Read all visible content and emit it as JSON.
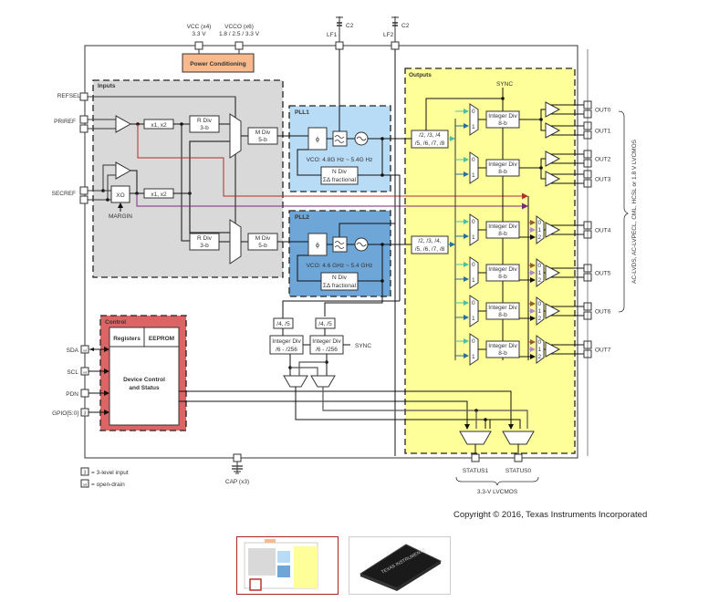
{
  "power": {
    "vcc_label": "VCC (x4)",
    "vcc_value": "3.3 V",
    "vcco_label": "VCCO (x6)",
    "vcco_value": "1.8 / 2.5 / 3.3 V",
    "conditioning": "Power Conditioning",
    "lf1": "LF1",
    "lf2": "LF2",
    "c2a": "C2",
    "c2b": "C2",
    "cap": "CAP (x3)"
  },
  "inputs": {
    "title": "Inputs",
    "refsel": "REFSEL",
    "priref": "PRIREF",
    "secref": "SECREF",
    "xo": "XO",
    "margin": "MARGIN",
    "mult1": "x1, x2",
    "mult2": "x1, x2",
    "rdiv1_a": "R Div",
    "rdiv1_b": "3-b",
    "rdiv2_a": "R Div",
    "rdiv2_b": "3-b",
    "mdiv1_a": "M Div",
    "mdiv1_b": "5-b",
    "mdiv2_a": "M Div",
    "mdiv2_b": "5-b"
  },
  "pll1": {
    "title": "PLL1",
    "pfd": "ϕ",
    "vco": "VCO: 4.8G Hz ~ 5.4G Hz",
    "ndiv_a": "N Div",
    "ndiv_b": "ΣΔ fractional",
    "post_a": "/2, /3, /4",
    "post_b": "/5, /6, /7, /8",
    "colors": {
      "fill": "#b8dcf5"
    }
  },
  "pll2": {
    "title": "PLL2",
    "pfd": "ϕ",
    "vco": "VCO: 4.6 GHz ~ 5.4 GHz",
    "ndiv_a": "N Div",
    "ndiv_b": "ΣΔ fractional",
    "post_a": "/2, /3, /4,",
    "post_b": "/5, /6, /7, /8",
    "colors": {
      "fill": "#6ea6d8"
    }
  },
  "outputs": {
    "title": "Outputs",
    "sync": "SYNC",
    "intdiv_a": "Integer Div",
    "intdiv_b": "8-b",
    "mux_labels": [
      "0",
      "1",
      "2"
    ],
    "out_labels": [
      "OUT0",
      "OUT1",
      "OUT2",
      "OUT3",
      "OUT4",
      "OUT5",
      "OUT6",
      "OUT7"
    ],
    "formats": "AC-LVDS, AC-LVPECL, CML, HCSL or 1.8 V LVCMOS"
  },
  "control": {
    "title": "Control",
    "registers": "Registers",
    "eeprom": "EEPROM",
    "dcs_a": "Device Control",
    "dcs_b": "and Status",
    "sda": "SDA",
    "scl": "SCL",
    "pdn": "PDN",
    "gpio": "GPIO[5:0]"
  },
  "status": {
    "div45_a": "/4, /5",
    "div45_b": "/4, /5",
    "sdiv_a": "Integer Div",
    "sdiv_b": "/6 - /256",
    "sync": "SYNC",
    "status1": "STATUS1",
    "status0": "STATUS0",
    "lvcmos": "3.3-V LVCMOS"
  },
  "legend": {
    "three_level_glyph": "3",
    "three_level": "= 3-level input",
    "open_drain_glyph": "od",
    "open_drain": "= open-drain"
  },
  "footer": {
    "copyright": "Copyright © 2016, Texas Instruments Incorporated"
  },
  "thumbnails": [
    {
      "label": "block diagram thumbnail",
      "selected": true
    },
    {
      "label": "chip package photo",
      "selected": false
    }
  ]
}
